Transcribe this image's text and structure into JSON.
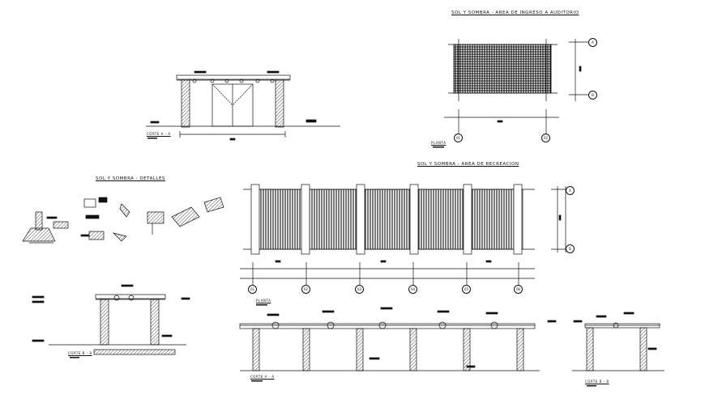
{
  "titles": {
    "ingreso": "SOL Y SOMBRA - AREA DE INGRESO A AUDITORIO",
    "recreacion": "SOL Y SOMBRA - AREA DE RECREACION",
    "detalles": "SOL Y SOMBRA - DETALLES"
  },
  "labels": {
    "corte_aa_top": "CORTE A - A",
    "corte_bb_left": "CORTE B - B",
    "corte_aa_bottom": "CORTE A - A",
    "corte_bb_right": "CORTE B - B",
    "planta_top": "PLANTA",
    "planta_mid": "PLANTA"
  },
  "grid_top": {
    "rows": [
      "A",
      "B"
    ],
    "cols": [
      "01",
      "02"
    ]
  },
  "grid_mid": {
    "rows": [
      "A",
      "B"
    ],
    "cols": [
      "01",
      "02",
      "03",
      "04",
      "05",
      "06"
    ]
  }
}
